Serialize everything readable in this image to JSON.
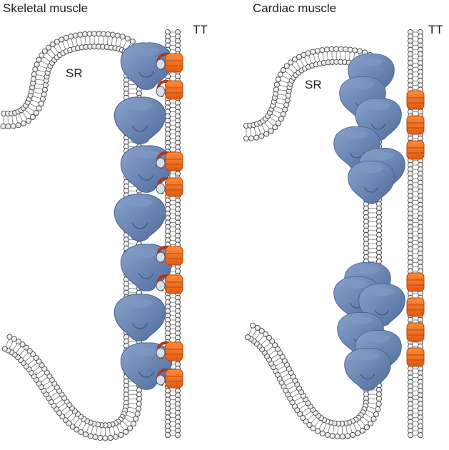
{
  "panels": [
    {
      "title": "Skeletal muscle",
      "sr_label": "SR",
      "tt_label": "TT"
    },
    {
      "title": "Cardiac muscle",
      "sr_label": "SR",
      "tt_label": "TT"
    }
  ],
  "colors": {
    "background": "#ffffff",
    "membrane_bead_fill": "#ffffff",
    "membrane_bead_stroke": "#4a4a4a",
    "ryr": "#5b78a6",
    "ryr_light": "#7f99c4",
    "dhpr": "#ef6a1c",
    "dhpr_dark": "#c24a0a",
    "linker": "#b0371a"
  }
}
